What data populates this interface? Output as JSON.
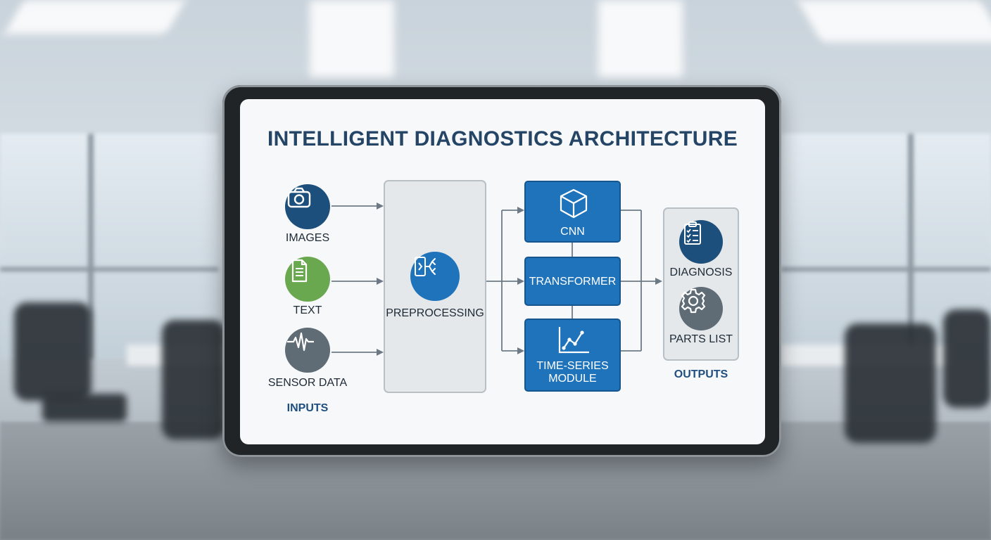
{
  "title": "INTELLIGENT DIAGNOSTICS ARCHITECTURE",
  "inputs": {
    "header": "INPUTS",
    "items": [
      {
        "label": "IMAGES",
        "icon": "camera-icon",
        "color": "#1d4f7c"
      },
      {
        "label": "TEXT",
        "icon": "document-icon",
        "color": "#6aa84f"
      },
      {
        "label": "SENSOR DATA",
        "icon": "waveform-icon",
        "color": "#5f6b75"
      }
    ]
  },
  "preprocessing": {
    "label": "PREPROCESSING",
    "icon": "branching-flow-icon",
    "color": "#1f73bb"
  },
  "models": [
    {
      "label": "CNN",
      "icon": "cube-icon"
    },
    {
      "label": "TRANSFORMER"
    },
    {
      "label": "TIME-SERIES MODULE",
      "label_lines": [
        "TIME-SERIES",
        "MODULE"
      ],
      "icon": "line-chart-icon"
    }
  ],
  "outputs": {
    "header": "OUTPUTS",
    "items": [
      {
        "label": "DIAGNOSIS",
        "icon": "checklist-icon",
        "color": "#1d4f7c"
      },
      {
        "label": "PARTS LIST",
        "icon": "gear-icon",
        "color": "#5f6b75"
      }
    ]
  },
  "colors": {
    "accent": "#1f73bb",
    "title": "#254566",
    "arrow": "#6d7a86"
  }
}
